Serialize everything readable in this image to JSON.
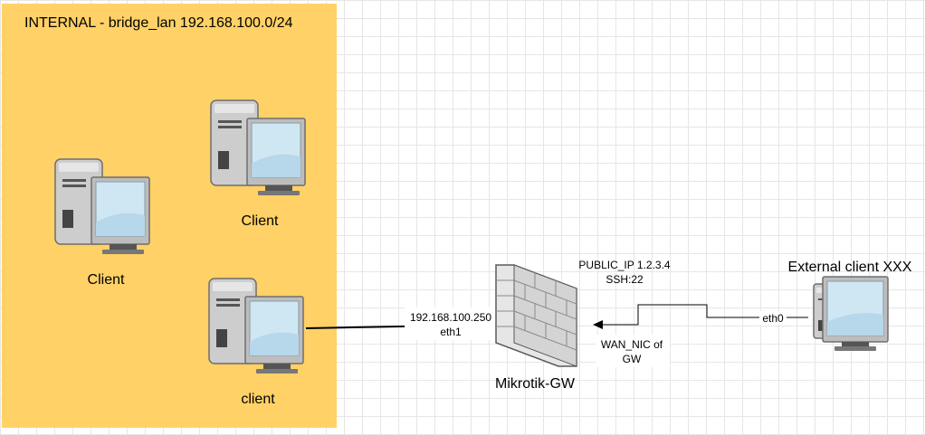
{
  "zone": {
    "title": "INTERNAL - bridge_lan 192.168.100.0/24",
    "fill": "#FFD166"
  },
  "clients": [
    {
      "label": "Client"
    },
    {
      "label": "Client"
    },
    {
      "label": "client"
    }
  ],
  "gateway": {
    "label": "Mikrotik-GW",
    "lan_ip": "192.168.100.250",
    "lan_if": "eth1",
    "public_ip": "PUBLIC_IP 1.2.3.4",
    "ssh": "SSH:22",
    "wan_line1": "WAN_NIC of",
    "wan_line2": "GW"
  },
  "external": {
    "label": "External client XXX",
    "iface": "eth0"
  },
  "colors": {
    "tower": "#d9d9d9",
    "screen": "#cfe6f3"
  }
}
